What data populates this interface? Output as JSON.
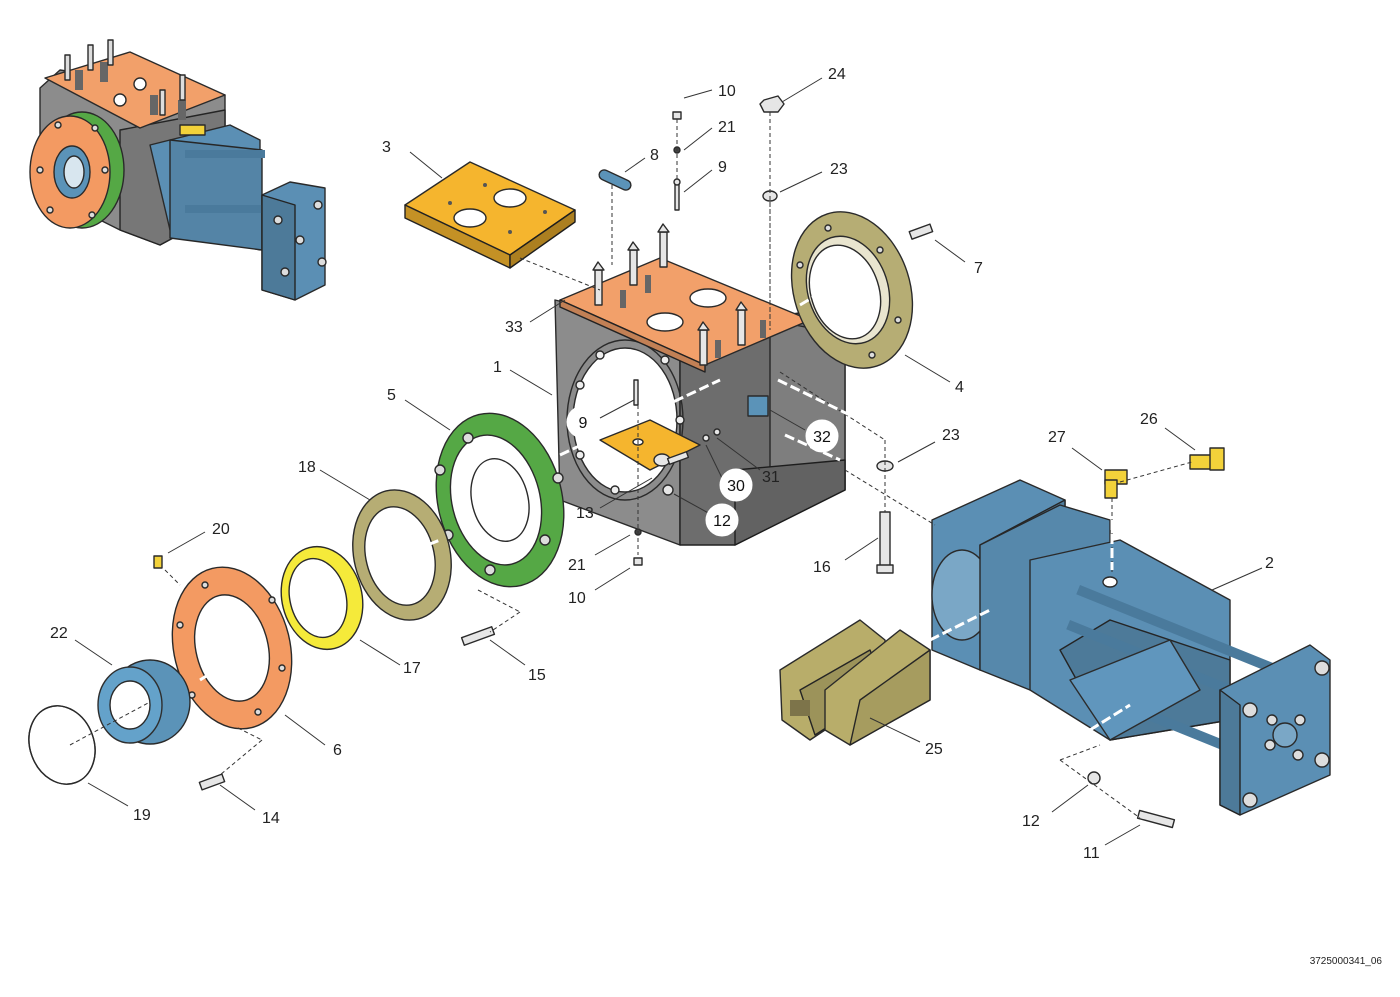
{
  "document_id": "3725000341_06",
  "colors": {
    "housing": "#8c8c8c",
    "gasket": "#f2a06a",
    "plate": "#f5b52e",
    "seal_green": "#55a845",
    "bearing": "#b6ad74",
    "ring_yellow": "#f5ea3a",
    "flange_orange": "#f39a62",
    "collar_blue": "#5b93b8",
    "cylinder_blue": "#5b8fb4",
    "clamp": "#b8ad6a",
    "fitting_yellow": "#f3d23a"
  },
  "labels": [
    {
      "id": "1",
      "text": "1"
    },
    {
      "id": "2",
      "text": "2"
    },
    {
      "id": "3",
      "text": "3"
    },
    {
      "id": "4",
      "text": "4"
    },
    {
      "id": "5",
      "text": "5"
    },
    {
      "id": "6",
      "text": "6"
    },
    {
      "id": "7",
      "text": "7"
    },
    {
      "id": "8",
      "text": "8"
    },
    {
      "id": "9a",
      "text": "9"
    },
    {
      "id": "10a",
      "text": "10"
    },
    {
      "id": "10b",
      "text": "10"
    },
    {
      "id": "11",
      "text": "11"
    },
    {
      "id": "12a",
      "text": "12"
    },
    {
      "id": "13",
      "text": "13"
    },
    {
      "id": "14",
      "text": "14"
    },
    {
      "id": "15",
      "text": "15"
    },
    {
      "id": "16",
      "text": "16"
    },
    {
      "id": "17",
      "text": "17"
    },
    {
      "id": "18",
      "text": "18"
    },
    {
      "id": "19",
      "text": "19"
    },
    {
      "id": "20",
      "text": "20"
    },
    {
      "id": "21a",
      "text": "21"
    },
    {
      "id": "21b",
      "text": "21"
    },
    {
      "id": "22",
      "text": "22"
    },
    {
      "id": "23a",
      "text": "23"
    },
    {
      "id": "23b",
      "text": "23"
    },
    {
      "id": "24",
      "text": "24"
    },
    {
      "id": "25",
      "text": "25"
    },
    {
      "id": "26",
      "text": "26"
    },
    {
      "id": "27",
      "text": "27"
    },
    {
      "id": "31",
      "text": "31"
    },
    {
      "id": "33",
      "text": "33"
    }
  ],
  "circled_labels": [
    {
      "id": "9b",
      "text": "9"
    },
    {
      "id": "30",
      "text": "30"
    },
    {
      "id": "32",
      "text": "32"
    },
    {
      "id": "12b",
      "text": "12"
    }
  ]
}
